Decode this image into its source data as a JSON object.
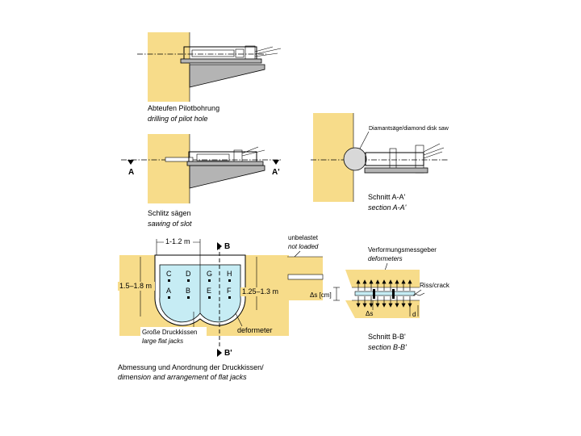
{
  "panel1": {
    "title_de": "Abteufen Pilotbohrung",
    "title_en": "drilling of pilot hole"
  },
  "panel2": {
    "title_de": "Schlitz sägen",
    "title_en": "sawing of slot",
    "left_section_mark": "A",
    "right_section_mark": "A'"
  },
  "panel3": {
    "saw_label": "Diamantsäge/diamond disk saw",
    "title_de": "Schnitt A-A'",
    "title_en": "section A-A'"
  },
  "panel4": {
    "width_dim": "1-1.2 m",
    "left_height_dim": "1.5–1.8 m",
    "right_height_dim": "1.25–1.3 m",
    "top_section_mark": "B",
    "bottom_section_mark": "B'",
    "jack_letters": [
      "C",
      "D",
      "G",
      "H",
      "A",
      "B",
      "E",
      "F"
    ],
    "jack_label_de": "Große Druckkissen",
    "jack_label_en": "large flat jacks",
    "deformeter_label": "deformeter",
    "caption_de": "Abmessung und Anordnung der Druckkissen/",
    "caption_en": "dimension and arrangement of flat jacks",
    "water_color": "#c6ecf4"
  },
  "panel5": {
    "unloaded_de": "unbelastet",
    "unloaded_en": "not loaded",
    "deformeter_de": "Verformungsmessgeber",
    "deformeter_en": "deformeters",
    "crack_label": "Riss/crack",
    "displacement_label": "Δs [cm]",
    "delta_label": "Δs",
    "d_label": "d",
    "title_de": "Schnitt B-B'",
    "title_en": "section B-B'"
  },
  "colors": {
    "rock": "#f7dc8a",
    "steel": "#b4b4b4",
    "water": "#c6ecf4"
  }
}
